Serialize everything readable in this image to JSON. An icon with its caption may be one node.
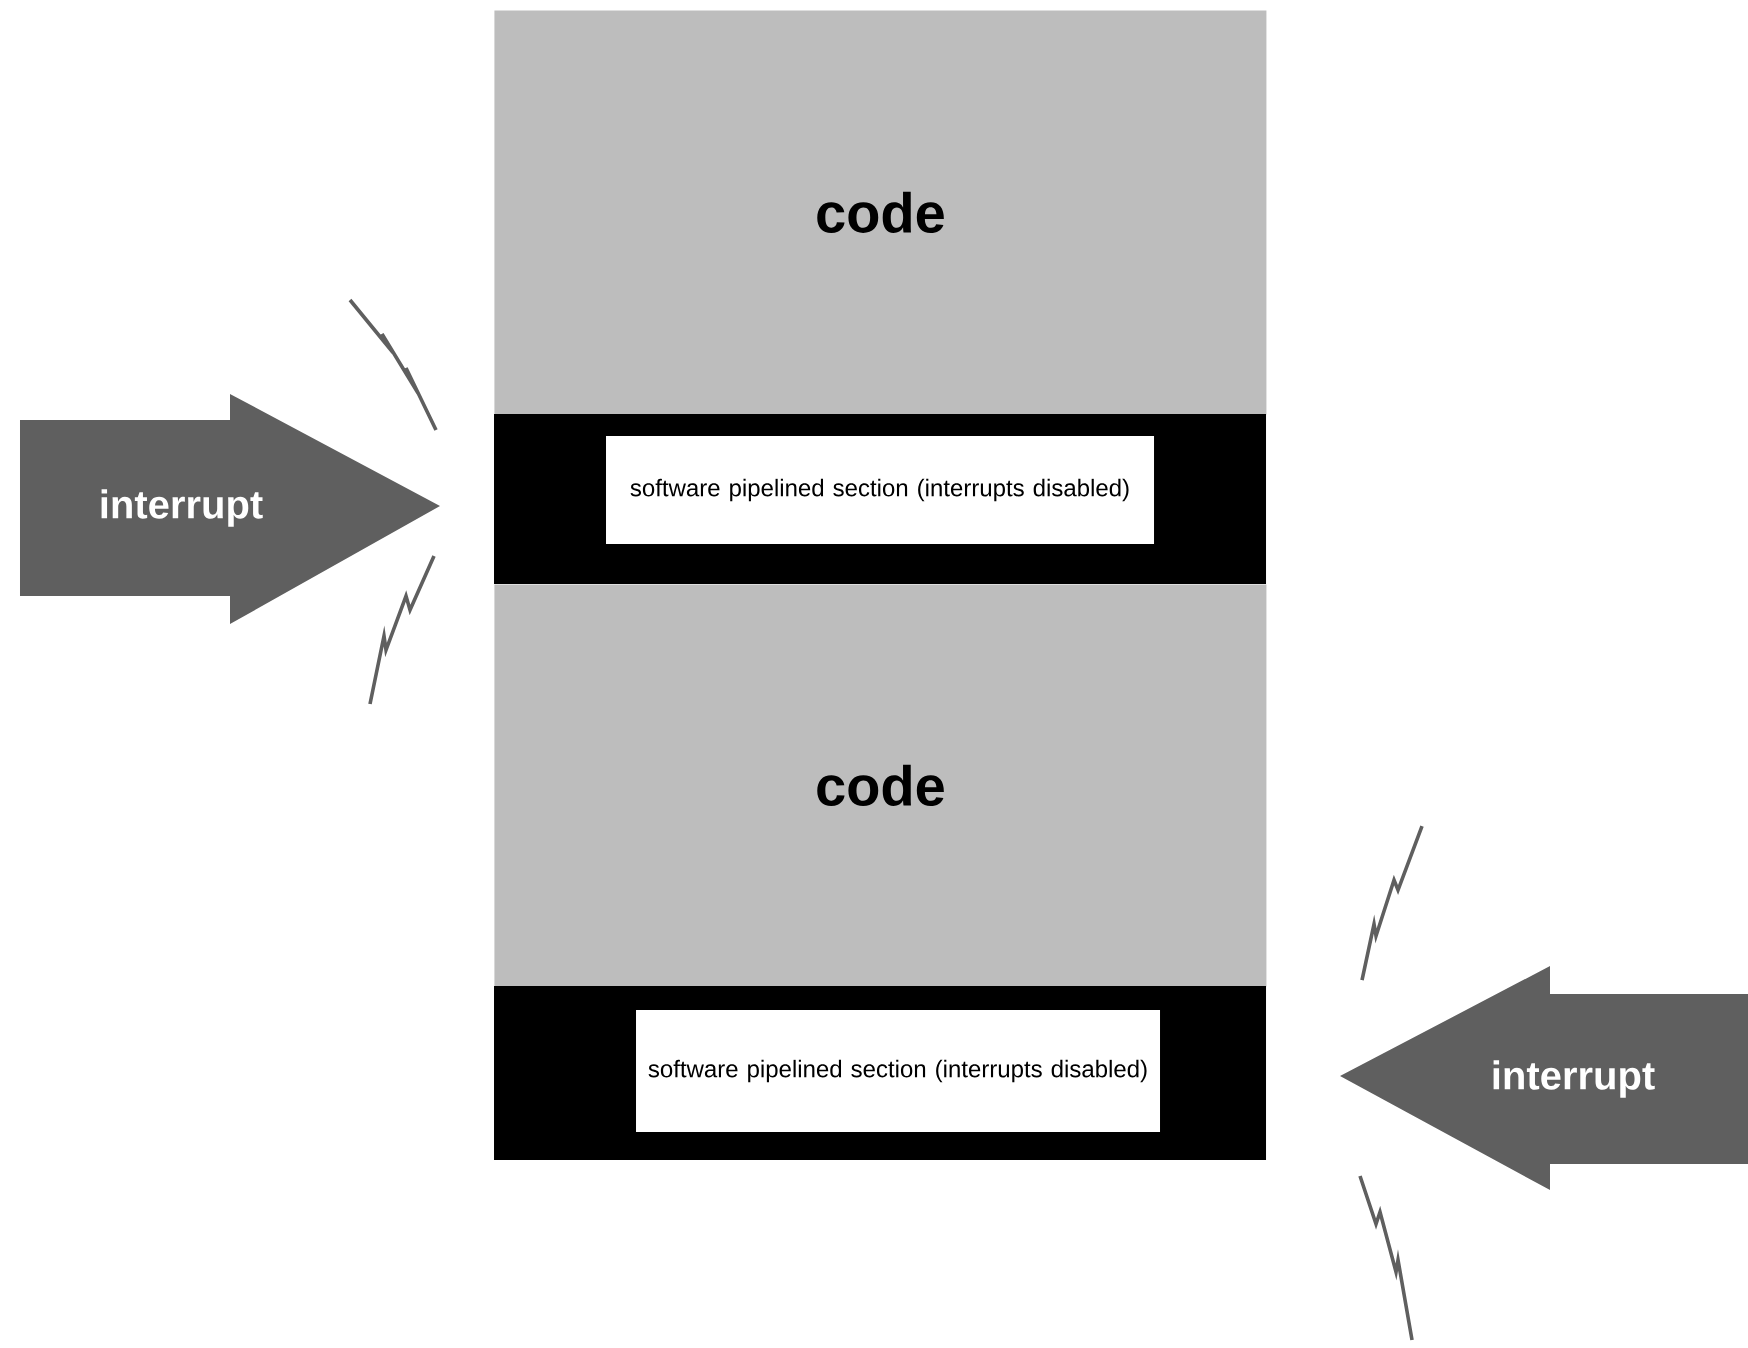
{
  "diagram": {
    "nodes": [
      {
        "text": [
          "code"
        ]
      },
      {
        "text": [
          "software pipelined section (interrupts disabled)"
        ]
      },
      {
        "text": [
          "code"
        ]
      },
      {
        "text": [
          "software pipelined section (interrupts disabled)"
        ]
      },
      {
        "text": [
          "interrupt"
        ]
      },
      {
        "text": [
          "interrupt"
        ]
      }
    ]
  }
}
